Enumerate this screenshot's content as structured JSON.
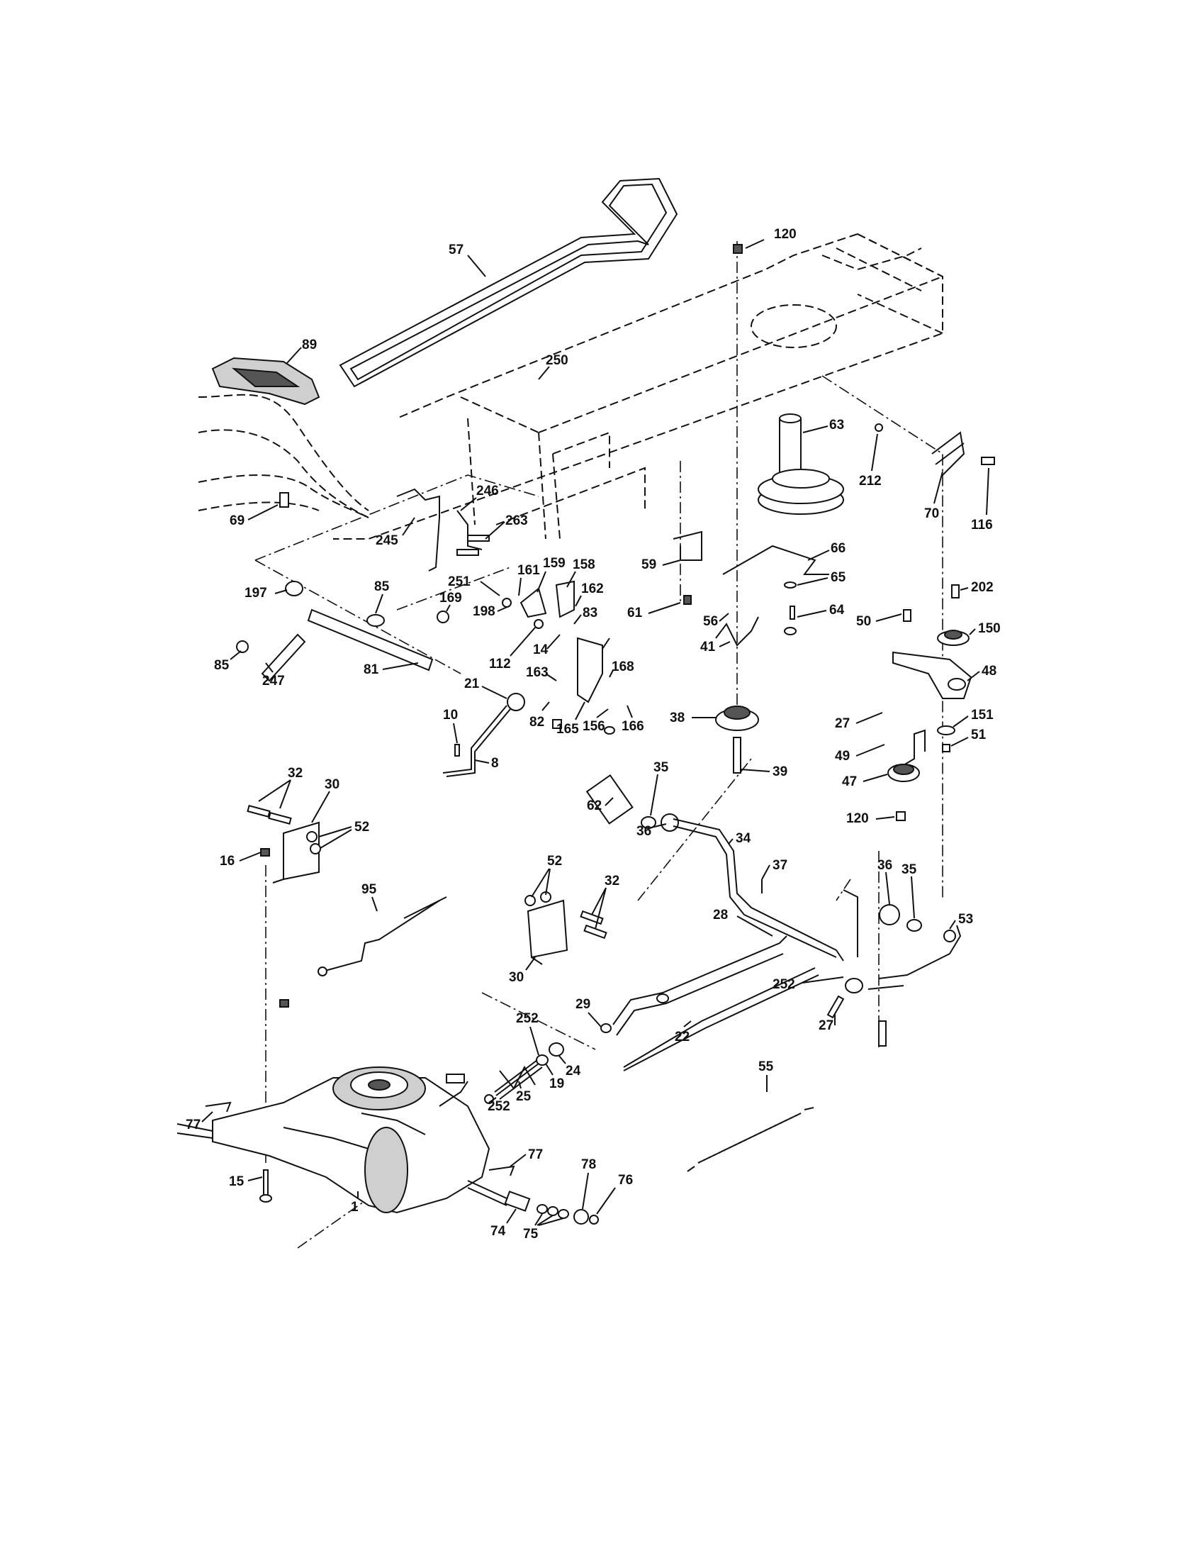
{
  "diagram": {
    "labels": [
      "120",
      "57",
      "89",
      "250",
      "63",
      "212",
      "70",
      "116",
      "246",
      "263",
      "245",
      "69",
      "66",
      "59",
      "65",
      "64",
      "56",
      "61",
      "41",
      "202",
      "150",
      "50",
      "48",
      "197",
      "251",
      "161",
      "159",
      "158",
      "198",
      "169",
      "162",
      "85",
      "85",
      "247",
      "81",
      "112",
      "14",
      "83",
      "168",
      "163",
      "21",
      "82",
      "165",
      "156",
      "166",
      "10",
      "8",
      "38",
      "39",
      "27",
      "151",
      "51",
      "49",
      "47",
      "120",
      "32",
      "30",
      "52",
      "16",
      "62",
      "35",
      "36",
      "34",
      "37",
      "95",
      "52",
      "32",
      "30",
      "36",
      "35",
      "53",
      "28",
      "29",
      "22",
      "252",
      "27",
      "252",
      "19",
      "24",
      "25",
      "252",
      "55",
      "77",
      "15",
      "1",
      "77",
      "78",
      "76",
      "74",
      "75"
    ]
  }
}
